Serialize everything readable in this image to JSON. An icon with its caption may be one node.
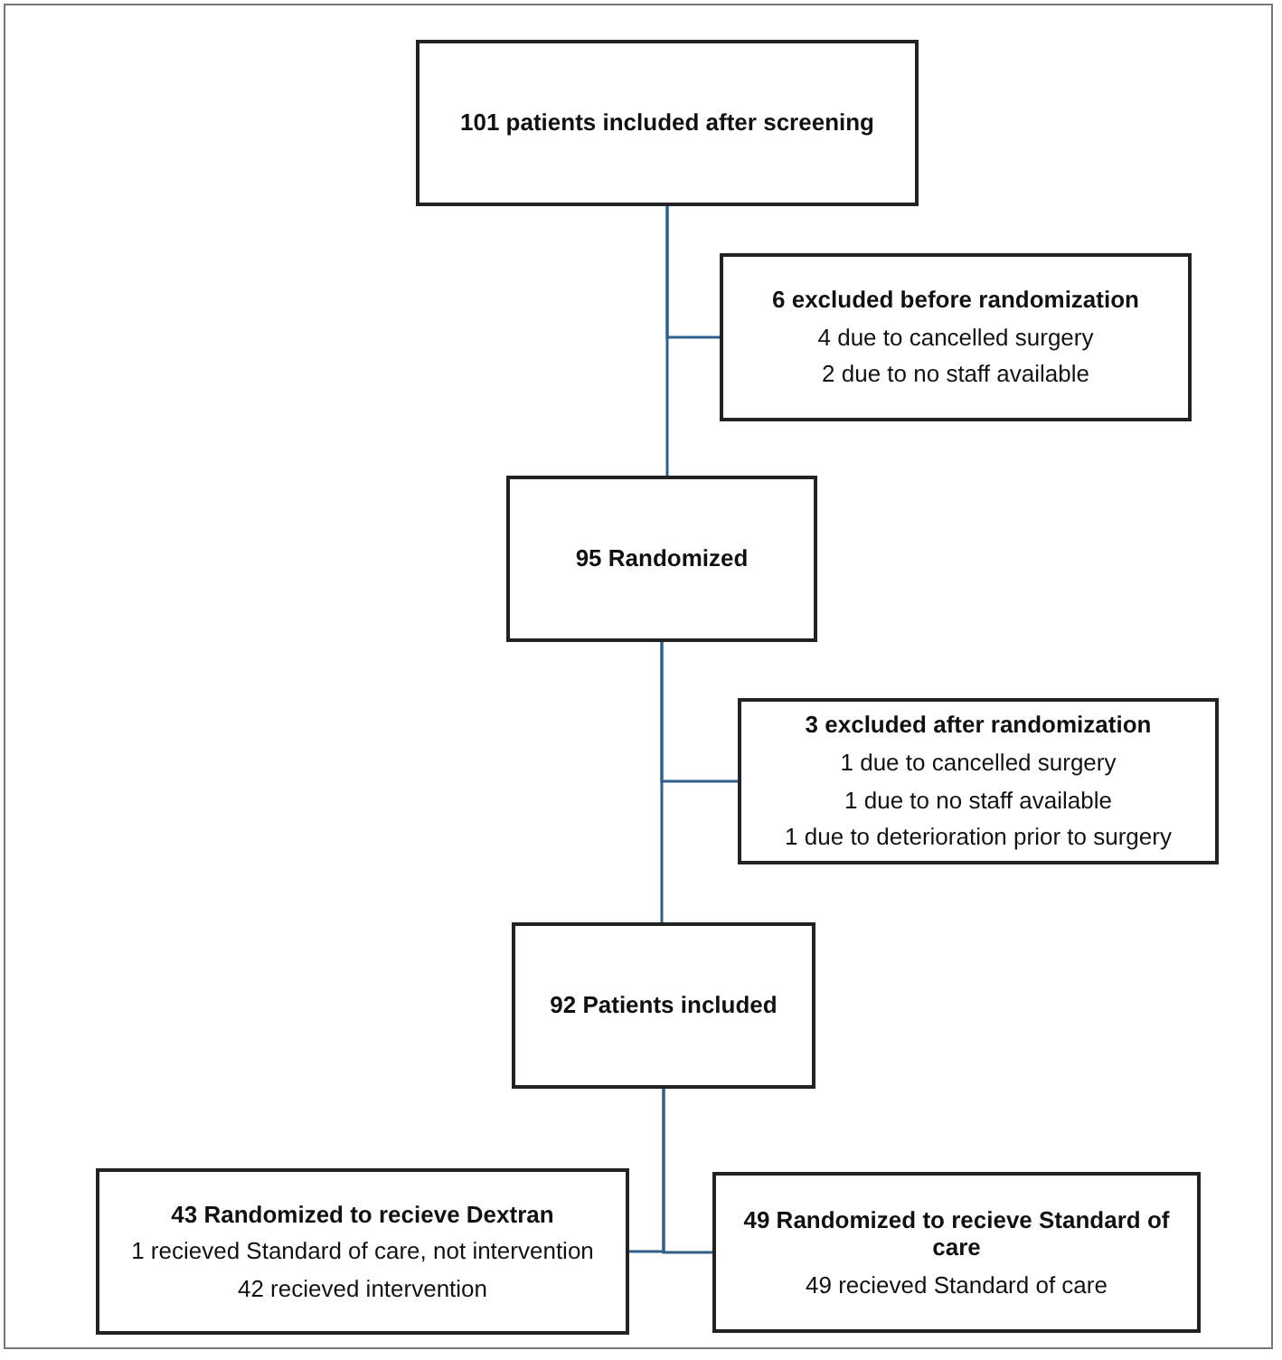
{
  "diagram": {
    "nodes": [
      {
        "text": [
          "101 patients included after screening"
        ]
      },
      {
        "text": [
          "6 excluded before randomization",
          "4 due to cancelled surgery",
          "2 due to no staff available"
        ]
      },
      {
        "text": [
          "95 Randomized"
        ]
      },
      {
        "text": [
          "3 excluded after randomization",
          "1 due to cancelled surgery",
          "1 due to no staff available",
          "1 due to deterioration prior to surgery"
        ]
      },
      {
        "text": [
          "92 Patients included"
        ]
      },
      {
        "text": [
          "43 Randomized to recieve Dextran",
          "1 recieved Standard of care, not intervention",
          "42 recieved intervention"
        ]
      },
      {
        "text": [
          "49 Randomized to recieve Standard of care",
          "49 recieved Standard of care"
        ]
      }
    ],
    "edges": [
      {
        "from": 0,
        "to": 2,
        "arrow": "none"
      },
      {
        "from": 0,
        "to": 1,
        "arrow": "none"
      },
      {
        "from": 2,
        "to": 4,
        "arrow": "none"
      },
      {
        "from": 2,
        "to": 3,
        "arrow": "none"
      },
      {
        "from": 4,
        "to": 5,
        "arrow": "none"
      },
      {
        "from": 4,
        "to": 6,
        "arrow": "none"
      }
    ]
  }
}
